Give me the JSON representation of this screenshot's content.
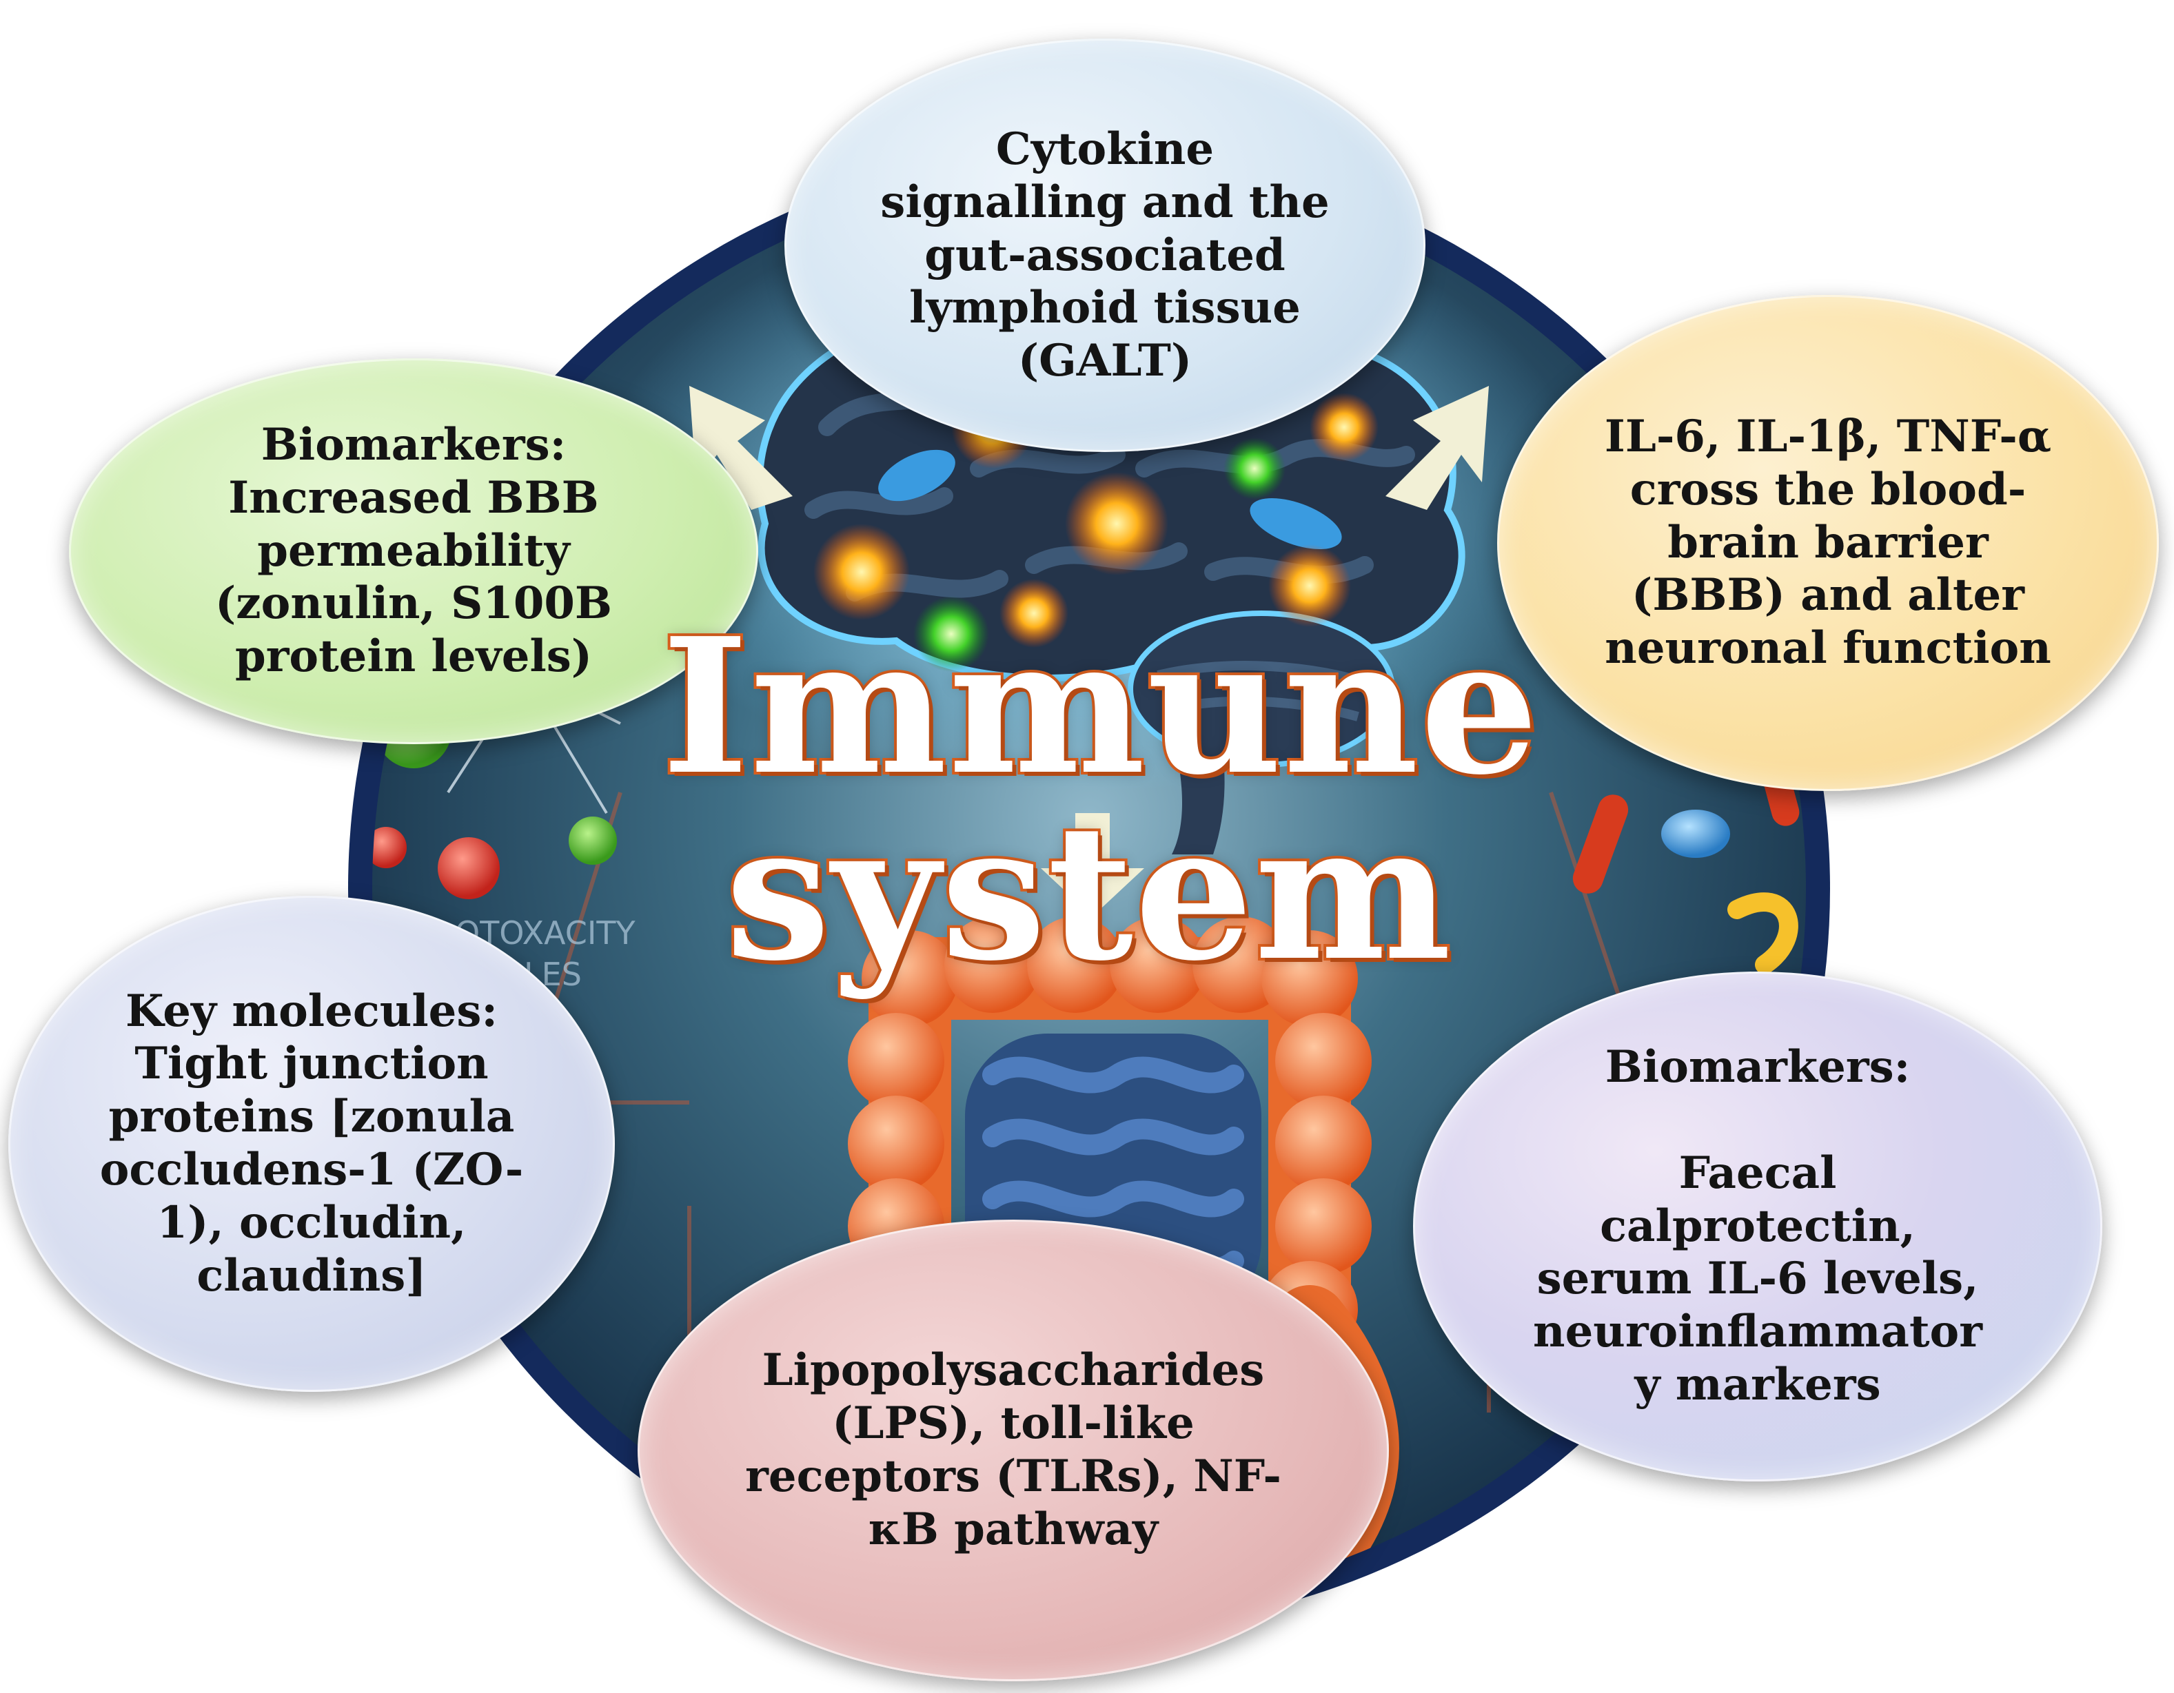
{
  "title": "Immune\nsystem",
  "bubbles": {
    "top": "Cytokine\nsignalling and the\ngut-associated\nlymphoid tissue\n(GALT)",
    "left_top": "Biomarkers:\nIncreased BBB\npermeability\n(zonulin, S100B\nprotein levels)",
    "right_top": "IL-6, IL-1β, TNF-α\ncross the blood-\nbrain barrier\n(BBB) and alter\nneuronal function",
    "left_bottom": "Key molecules:\nTight junction\nproteins [zonula\noccludens-1 (ZO-\n1), occludin,\nclaudins]",
    "right_bottom": "Biomarkers:\n\nFaecal\ncalprotectin,\nserum IL-6 levels,\nneuroinflammator\ny markers",
    "bottom": "Lipopolysaccharides\n(LPS), toll-like\nreceptors (TLRs), NF-\nκB pathway"
  },
  "colors": {
    "ring": "#142a5c",
    "title_fill": "#ffffff",
    "title_outline": "#e3631f",
    "bubble_top": "#d6e6f3",
    "bubble_left_top": "#cfeeb0",
    "bubble_right_top": "#fbe2a6",
    "bubble_left_bottom": "#d7ddf0",
    "bubble_right_bottom": "#d9d5f0",
    "bubble_bottom": "#e6b9b9"
  }
}
